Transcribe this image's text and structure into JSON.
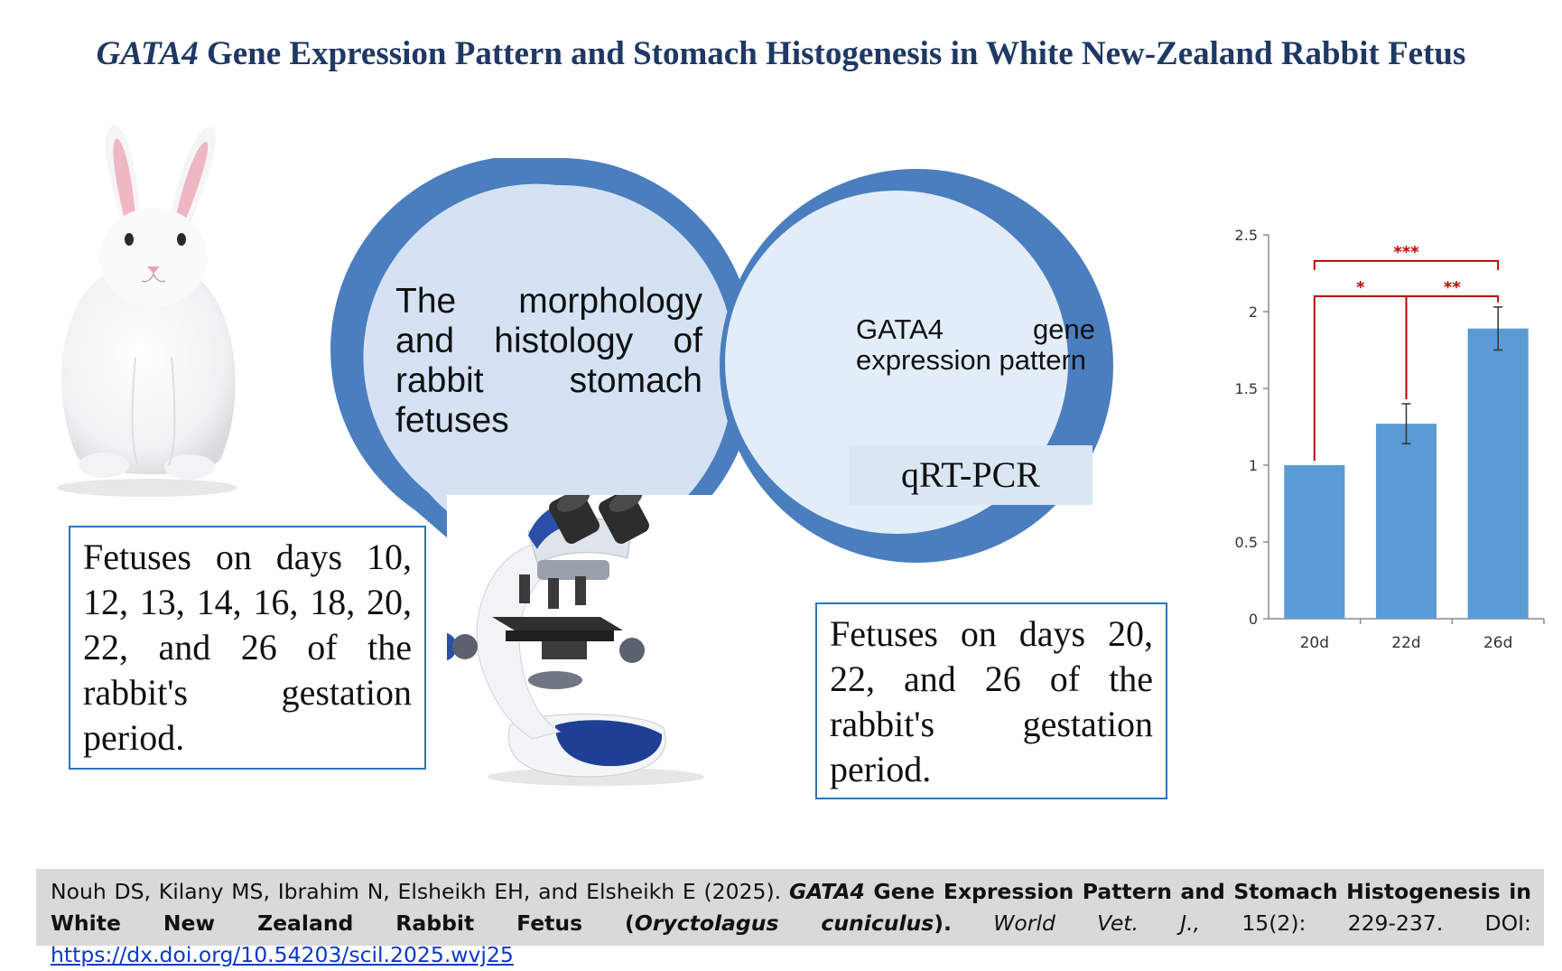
{
  "title": {
    "gene": "GATA4",
    "rest": "Gene Expression Pattern and Stomach Histogenesis in White New-Zealand Rabbit Fetus"
  },
  "circle_left": {
    "text": "The morphology and histology of rabbit stomach",
    "last_line": "fetuses"
  },
  "circle_right": {
    "text": "GATA4 gene expression pattern",
    "method": "qRT-PCR"
  },
  "box_left": {
    "text": "Fetuses on days 10, 12, 13, 14, 16, 18, 20, 22, and 26 of the rabbit's gestation period."
  },
  "box_right": {
    "text": "Fetuses on days 20, 22, and 26 of the rabbit's gestation period."
  },
  "colors": {
    "title": "#1f3864",
    "bubble_dark": "#4a7ebf",
    "bubble_light_left": "#d4e2f4",
    "bubble_light_right": "#e3edf8",
    "bar": "#5b9bd5",
    "significance": "#c00000",
    "box_border": "#2e75b6"
  },
  "chart_data": {
    "type": "bar",
    "categories": [
      "20d",
      "22d",
      "26d"
    ],
    "values": [
      1.0,
      1.27,
      1.89
    ],
    "errors": [
      0.0,
      0.13,
      0.14
    ],
    "ylim": [
      0,
      2.5
    ],
    "yticks": [
      "0",
      "0.5",
      "1",
      "1.5",
      "2",
      "2.5"
    ],
    "significance": [
      {
        "from": 0,
        "to": 1,
        "label": "*"
      },
      {
        "from": 1,
        "to": 2,
        "label": "**"
      },
      {
        "from": 0,
        "to": 2,
        "label": "***"
      }
    ],
    "grid": false
  },
  "citation": {
    "authors": "Nouh DS, Kilany MS, Ibrahim N, Elsheikh EH, and Elsheikh E (2025).",
    "title_gene": "GATA4",
    "title_mid": "Gene Expression Pattern and Stomach Histogenesis in White New Zealand Rabbit Fetus (",
    "species": "Oryctolagus cuniculus",
    "title_end": ").",
    "journal": "World Vet. J.,",
    "volume": "15(2): 229-237. DOI:",
    "doi": "https://dx.doi.org/10.54203/scil.2025.wvj25"
  }
}
